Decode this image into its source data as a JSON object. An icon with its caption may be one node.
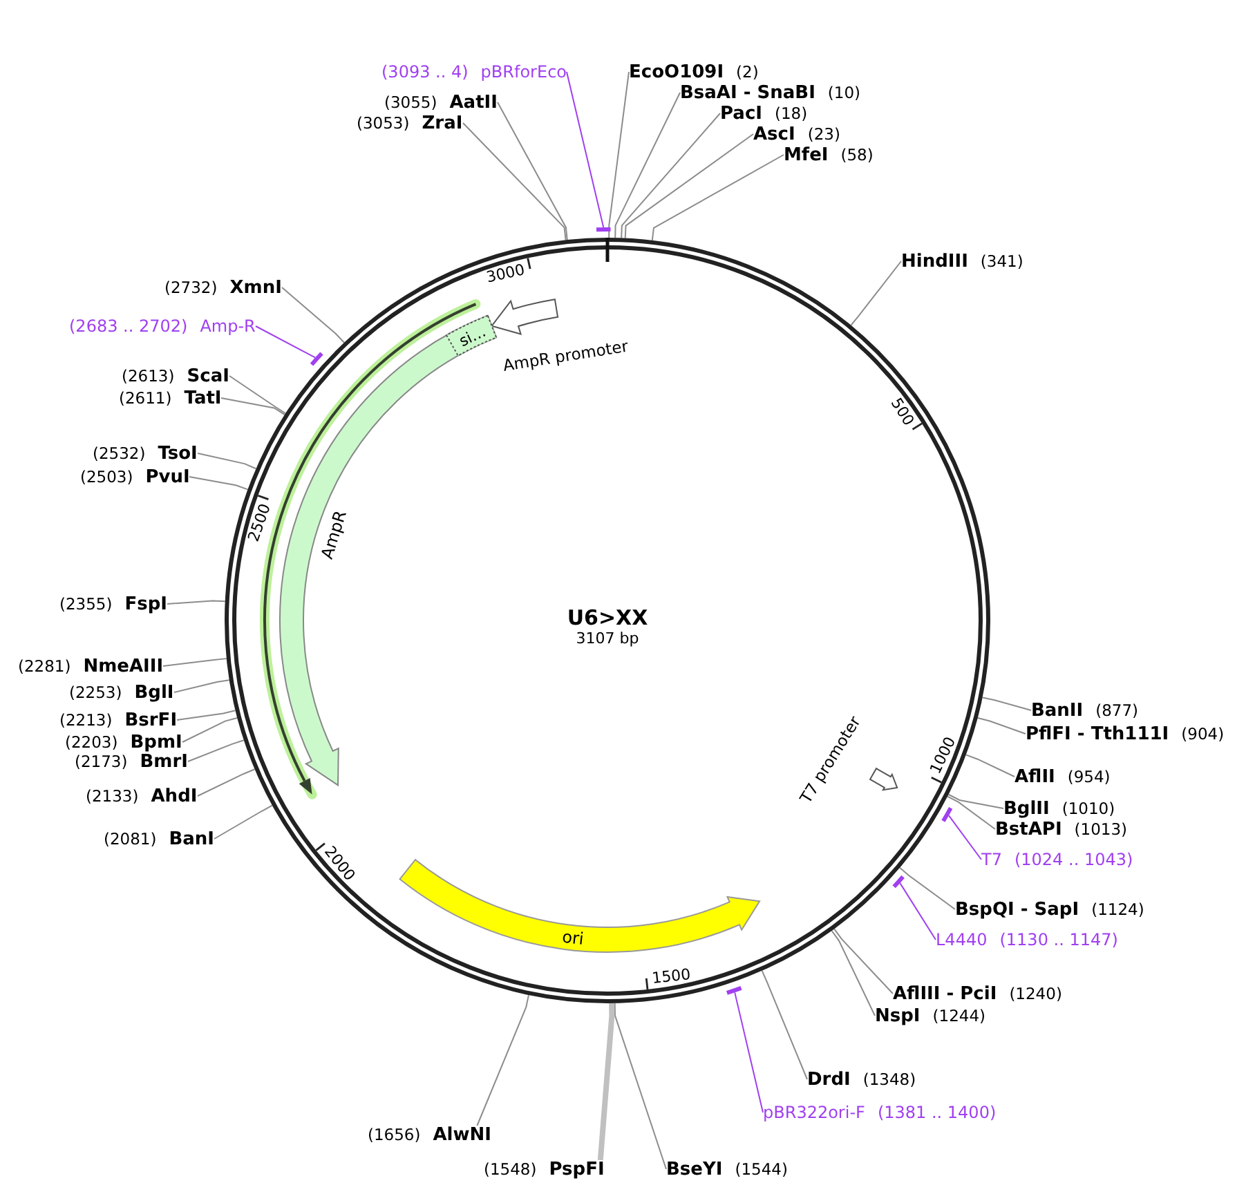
{
  "diagram": {
    "nodes": [
      {
        "text": [
          "U6>XX",
          "3107 bp"
        ]
      },
      {
        "text": [
          "AmpR promoter"
        ],
        "in": 0
      },
      {
        "text": [
          "AmpR"
        ],
        "in": 0
      },
      {
        "text": [
          "si…"
        ],
        "in": 2
      },
      {
        "text": [
          "ori"
        ],
        "in": 0
      },
      {
        "text": [
          "T7 promoter"
        ],
        "in": 0
      },
      {
        "text": [],
        "shape": "bar"
      },
      {
        "text": [],
        "shape": "bar"
      },
      {
        "text": [],
        "shape": "bar"
      },
      {
        "text": [],
        "shape": "bar"
      },
      {
        "text": [],
        "shape": "bar"
      },
      {
        "text": [
          "(3093 .. 4)",
          "pBRforEco"
        ]
      },
      {
        "text": [
          "EcoO109I",
          "(2)"
        ]
      },
      {
        "text": [
          "BsaAI - SnaBI",
          "(10)"
        ]
      },
      {
        "text": [
          "PacI",
          "(18)"
        ]
      },
      {
        "text": [
          "AscI",
          "(23)"
        ]
      },
      {
        "text": [
          "MfeI",
          "(58)"
        ]
      },
      {
        "text": [
          "HindIII",
          "(341)"
        ]
      },
      {
        "text": [
          "BanII",
          "(877)"
        ]
      },
      {
        "text": [
          "PflFI - Tth111I",
          "(904)"
        ]
      },
      {
        "text": [
          "AflII",
          "(954)"
        ]
      },
      {
        "text": [
          "BglII",
          "(1010)"
        ]
      },
      {
        "text": [
          "BstAPI",
          "(1013)"
        ]
      },
      {
        "text": [
          "T7",
          "(1024 .. 1043)"
        ]
      },
      {
        "text": [
          "BspQI - SapI",
          "(1124)"
        ]
      },
      {
        "text": [
          "L4440",
          "(1130 .. 1147)"
        ]
      },
      {
        "text": [
          "AflIII - PciI",
          "(1240)"
        ]
      },
      {
        "text": [
          "NspI",
          "(1244)"
        ]
      },
      {
        "text": [
          "DrdI",
          "(1348)"
        ]
      },
      {
        "text": [
          "pBR322ori-F",
          "(1381 .. 1400)"
        ]
      },
      {
        "text": [
          "BseYI",
          "(1544)"
        ]
      },
      {
        "text": [
          "(1548)",
          "PspFI"
        ]
      },
      {
        "text": [
          "(1656)",
          "AlwNI"
        ]
      },
      {
        "text": [
          "(2081)",
          "BanI"
        ]
      },
      {
        "text": [
          "(2133)",
          "AhdI"
        ]
      },
      {
        "text": [
          "(2173)",
          "BmrI"
        ]
      },
      {
        "text": [
          "(2203)",
          "BpmI"
        ]
      },
      {
        "text": [
          "(2213)",
          "BsrFI"
        ]
      },
      {
        "text": [
          "(2253)",
          "BglI"
        ]
      },
      {
        "text": [
          "(2281)",
          "NmeAIII"
        ]
      },
      {
        "text": [
          "(2355)",
          "FspI"
        ]
      },
      {
        "text": [
          "(2503)",
          "PvuI"
        ]
      },
      {
        "text": [
          "(2532)",
          "TsoI"
        ]
      },
      {
        "text": [
          "(2611)",
          "TatI"
        ]
      },
      {
        "text": [
          "(2613)",
          "ScaI"
        ]
      },
      {
        "text": [
          "(2683 .. 2702)",
          "Amp-R"
        ]
      },
      {
        "text": [
          "(2732)",
          "XmnI"
        ]
      },
      {
        "text": [
          "(3053)",
          "ZraI"
        ]
      },
      {
        "text": [
          "(3055)",
          "AatII"
        ]
      }
    ],
    "edges": [
      {
        "from": 11,
        "to": 6,
        "arrow": "none",
        "color": "#a040f0"
      },
      {
        "from": 12,
        "to": 0,
        "arrow": "none"
      },
      {
        "from": 13,
        "to": 0,
        "arrow": "none"
      },
      {
        "from": 14,
        "to": 0,
        "arrow": "none"
      },
      {
        "from": 15,
        "to": 0,
        "arrow": "none"
      },
      {
        "from": 16,
        "to": 0,
        "arrow": "none"
      },
      {
        "from": 17,
        "to": 0,
        "arrow": "none"
      },
      {
        "from": 18,
        "to": 0,
        "arrow": "none"
      },
      {
        "from": 19,
        "to": 0,
        "arrow": "none"
      },
      {
        "from": 20,
        "to": 0,
        "arrow": "none"
      },
      {
        "from": 21,
        "to": 0,
        "arrow": "none"
      },
      {
        "from": 22,
        "to": 0,
        "arrow": "none"
      },
      {
        "from": 23,
        "to": 8,
        "arrow": "none",
        "color": "#a040f0"
      },
      {
        "from": 24,
        "to": 0,
        "arrow": "none"
      },
      {
        "from": 25,
        "to": 9,
        "arrow": "none",
        "color": "#a040f0"
      },
      {
        "from": 26,
        "to": 0,
        "arrow": "none"
      },
      {
        "from": 27,
        "to": 0,
        "arrow": "none"
      },
      {
        "from": 28,
        "to": 0,
        "arrow": "none"
      },
      {
        "from": 29,
        "to": 10,
        "arrow": "none",
        "color": "#a040f0"
      },
      {
        "from": 30,
        "to": 0,
        "arrow": "none"
      },
      {
        "from": 31,
        "to": 0,
        "arrow": "none",
        "style": "thick",
        "color": "#c0c0c0"
      },
      {
        "from": 32,
        "to": 0,
        "arrow": "none"
      },
      {
        "from": 33,
        "to": 0,
        "arrow": "none"
      },
      {
        "from": 34,
        "to": 0,
        "arrow": "none"
      },
      {
        "from": 35,
        "to": 0,
        "arrow": "none"
      },
      {
        "from": 36,
        "to": 0,
        "arrow": "none"
      },
      {
        "from": 37,
        "to": 0,
        "arrow": "none"
      },
      {
        "from": 38,
        "to": 0,
        "arrow": "none"
      },
      {
        "from": 39,
        "to": 0,
        "arrow": "none"
      },
      {
        "from": 40,
        "to": 0,
        "arrow": "none"
      },
      {
        "from": 41,
        "to": 0,
        "arrow": "none"
      },
      {
        "from": 42,
        "to": 0,
        "arrow": "none"
      },
      {
        "from": 43,
        "to": 0,
        "arrow": "none"
      },
      {
        "from": 44,
        "to": 0,
        "arrow": "none"
      },
      {
        "from": 45,
        "to": 7,
        "arrow": "none",
        "color": "#a040f0"
      },
      {
        "from": 46,
        "to": 0,
        "arrow": "none"
      },
      {
        "from": 47,
        "to": 0,
        "arrow": "none"
      },
      {
        "from": 48,
        "to": 0,
        "arrow": "none"
      }
    ],
    "labels": [
      "3000",
      "500",
      "2500",
      "1000",
      "2000",
      "1500"
    ]
  }
}
